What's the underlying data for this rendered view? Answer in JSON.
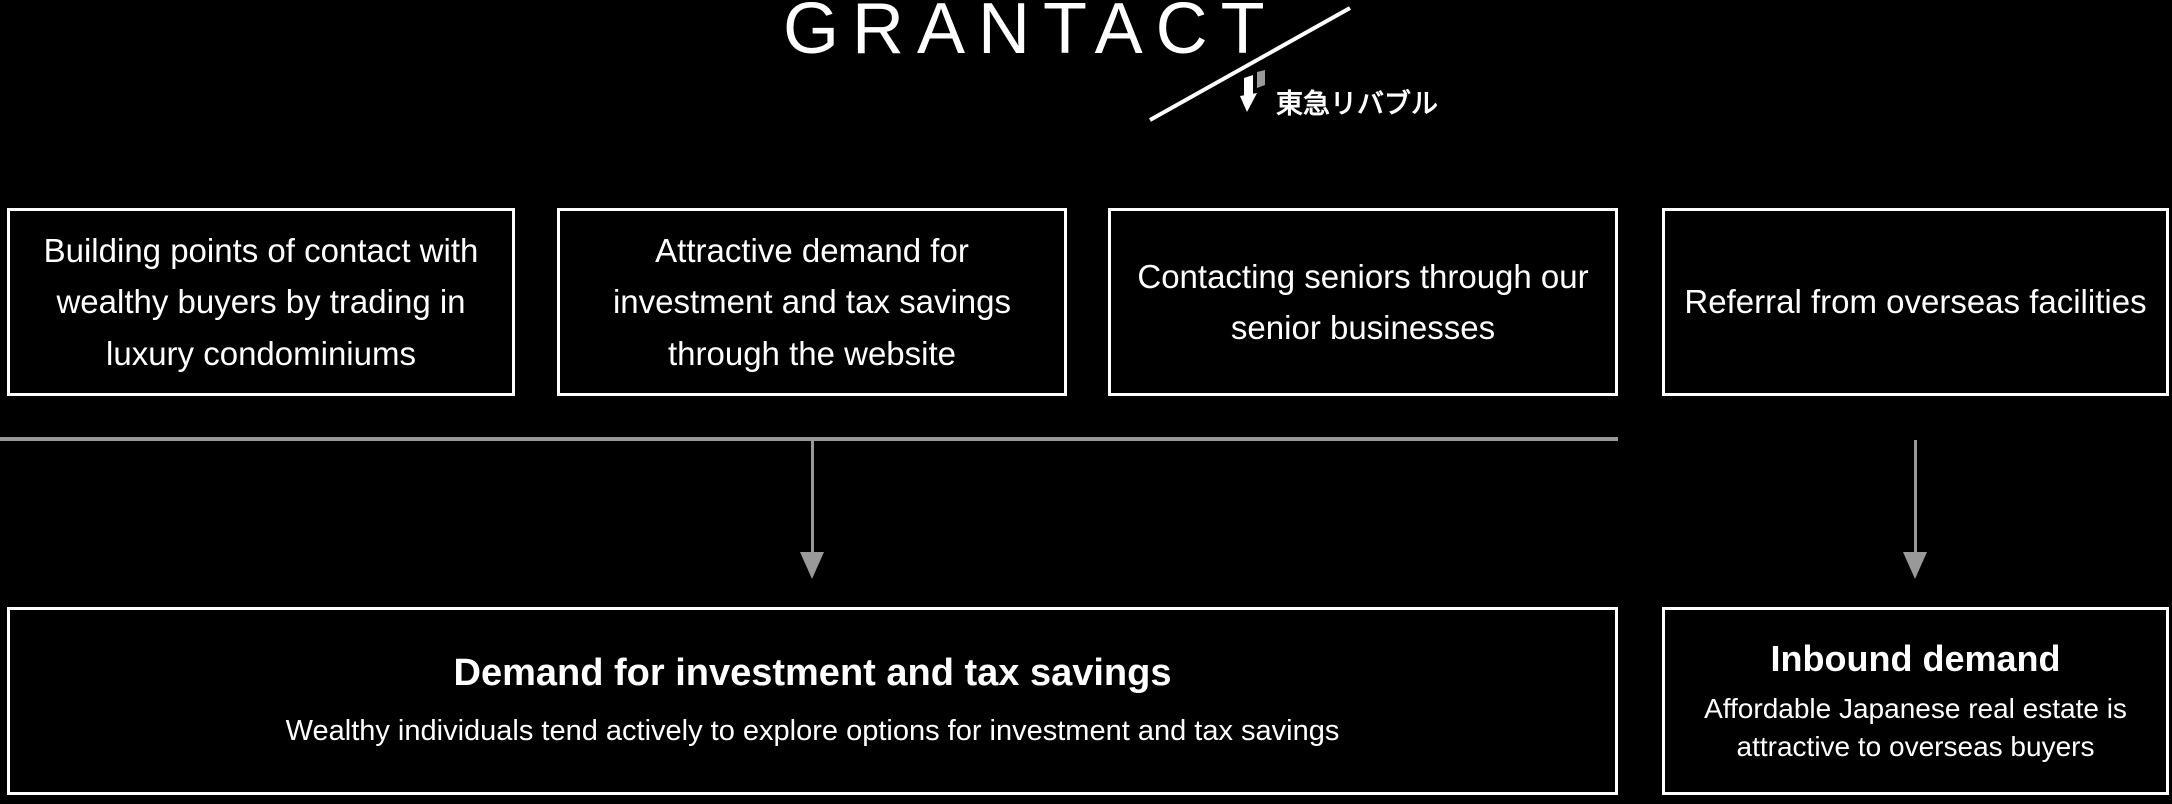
{
  "header": {
    "brand": "GRANTACT",
    "company": "東急リバブル"
  },
  "colors": {
    "background": "#000000",
    "box_border": "#ffffff",
    "text": "#ffffff",
    "connector": "#999999"
  },
  "sources": [
    {
      "label": "Building points of contact with wealthy buyers by trading in luxury condominiums"
    },
    {
      "label": "Attractive demand for investment and tax savings through the website"
    },
    {
      "label": "Contacting seniors through our senior businesses"
    },
    {
      "label": "Referral from overseas facilities"
    }
  ],
  "outcomes": {
    "left": {
      "title": "Demand for investment and tax savings",
      "description": "Wealthy individuals tend actively to explore options for investment and tax savings"
    },
    "right": {
      "title": "Inbound demand",
      "description": "Affordable Japanese real estate is attractive to overseas buyers"
    }
  }
}
